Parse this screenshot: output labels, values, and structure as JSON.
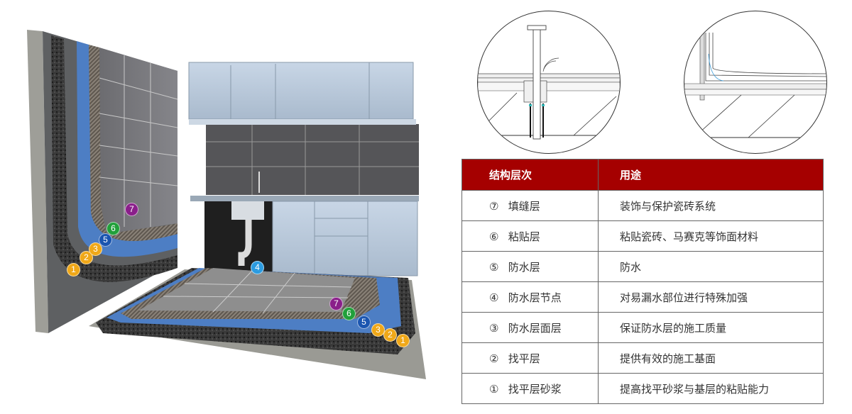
{
  "illustration": {
    "wall_badges": [
      {
        "n": "1",
        "color": "#f0a818"
      },
      {
        "n": "2",
        "color": "#f0a818"
      },
      {
        "n": "3",
        "color": "#f0a818"
      },
      {
        "n": "5",
        "color": "#1a55b0"
      },
      {
        "n": "6",
        "color": "#21a03a"
      },
      {
        "n": "7",
        "color": "#8a1f8a"
      }
    ],
    "floor_badges": [
      {
        "n": "1",
        "color": "#f0a818"
      },
      {
        "n": "2",
        "color": "#f0a818"
      },
      {
        "n": "3",
        "color": "#f0a818"
      },
      {
        "n": "5",
        "color": "#1a55b0"
      },
      {
        "n": "6",
        "color": "#21a03a"
      },
      {
        "n": "7",
        "color": "#8a1f8a"
      }
    ],
    "drain_badge": {
      "n": "4",
      "color": "#2b9be0"
    }
  },
  "table": {
    "header_color": "#a50000",
    "headers": [
      "结构层次",
      "用途"
    ],
    "rows": [
      {
        "num": "⑦",
        "layer": "填缝层",
        "use": "装饰与保护瓷砖系统"
      },
      {
        "num": "⑥",
        "layer": "粘贴层",
        "use": "粘贴瓷砖、马赛克等饰面材料"
      },
      {
        "num": "⑤",
        "layer": "防水层",
        "use": "防水"
      },
      {
        "num": "④",
        "layer": "防水层节点",
        "use": "对易漏水部位进行特殊加强"
      },
      {
        "num": "③",
        "layer": "防水层面层",
        "use": "保证防水层的施工质量"
      },
      {
        "num": "②",
        "layer": "找平层",
        "use": "提供有效的施工基面"
      },
      {
        "num": "①",
        "layer": "找平层砂浆",
        "use": "提高找平砂浆与基层的粘贴能力"
      }
    ]
  }
}
